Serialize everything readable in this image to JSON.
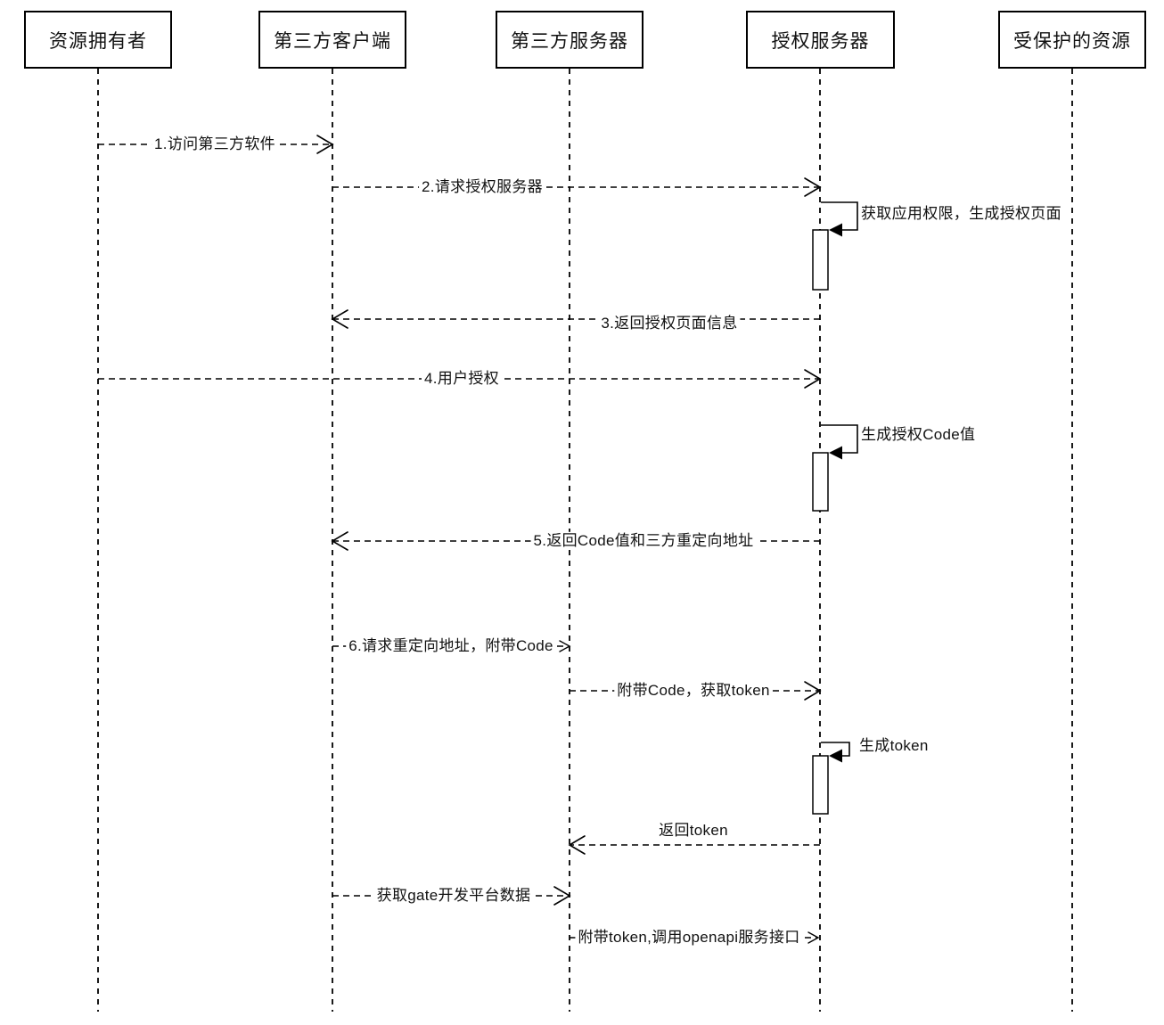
{
  "figure_type": "sequence-diagram",
  "actors": [
    {
      "id": "resource-owner",
      "label": "资源拥有者"
    },
    {
      "id": "third-party-client",
      "label": "第三方客户端"
    },
    {
      "id": "third-party-server",
      "label": "第三方服务器"
    },
    {
      "id": "auth-server",
      "label": "授权服务器"
    },
    {
      "id": "protected-resource",
      "label": "受保护的资源"
    }
  ],
  "messages": [
    {
      "label": "1.访问第三方软件",
      "from": "资源拥有者",
      "to": "第三方客户端",
      "direction": "right",
      "style": "dashed"
    },
    {
      "label": "2.请求授权服务器",
      "from": "第三方客户端",
      "to": "授权服务器",
      "direction": "right",
      "style": "dashed"
    },
    {
      "label": "3.返回授权页面信息",
      "from": "授权服务器",
      "to": "第三方客户端",
      "direction": "left",
      "style": "dashed"
    },
    {
      "label": "4.用户授权",
      "from": "资源拥有者",
      "to": "授权服务器",
      "direction": "right",
      "style": "dashed"
    },
    {
      "label": "5.返回Code值和三方重定向地址",
      "from": "授权服务器",
      "to": "第三方客户端",
      "direction": "left",
      "style": "dashed"
    },
    {
      "label": "6.请求重定向地址，附带Code",
      "from": "第三方客户端",
      "to": "第三方服务器",
      "direction": "right",
      "style": "dashed"
    },
    {
      "label": "附带Code，获取token",
      "from": "第三方服务器",
      "to": "授权服务器",
      "direction": "right",
      "style": "dashed"
    },
    {
      "label": "返回token",
      "from": "授权服务器",
      "to": "第三方服务器",
      "direction": "left",
      "style": "dashed"
    },
    {
      "label": "获取gate开发平台数据",
      "from": "第三方客户端",
      "to": "第三方服务器",
      "direction": "right",
      "style": "dashed"
    },
    {
      "label": "附带token,调用openapi服务接口",
      "from": "第三方服务器",
      "to": "授权服务器",
      "direction": "right",
      "style": "dashed"
    }
  ],
  "self_messages": [
    {
      "label": "获取应用权限，生成授权页面",
      "actor": "授权服务器"
    },
    {
      "label": "生成授权Code值",
      "actor": "授权服务器"
    },
    {
      "label": "生成token",
      "actor": "授权服务器"
    }
  ],
  "colors": {
    "line": "#000000",
    "text": "#111111",
    "background": "#ffffff",
    "box_fill": "#ffffff"
  }
}
